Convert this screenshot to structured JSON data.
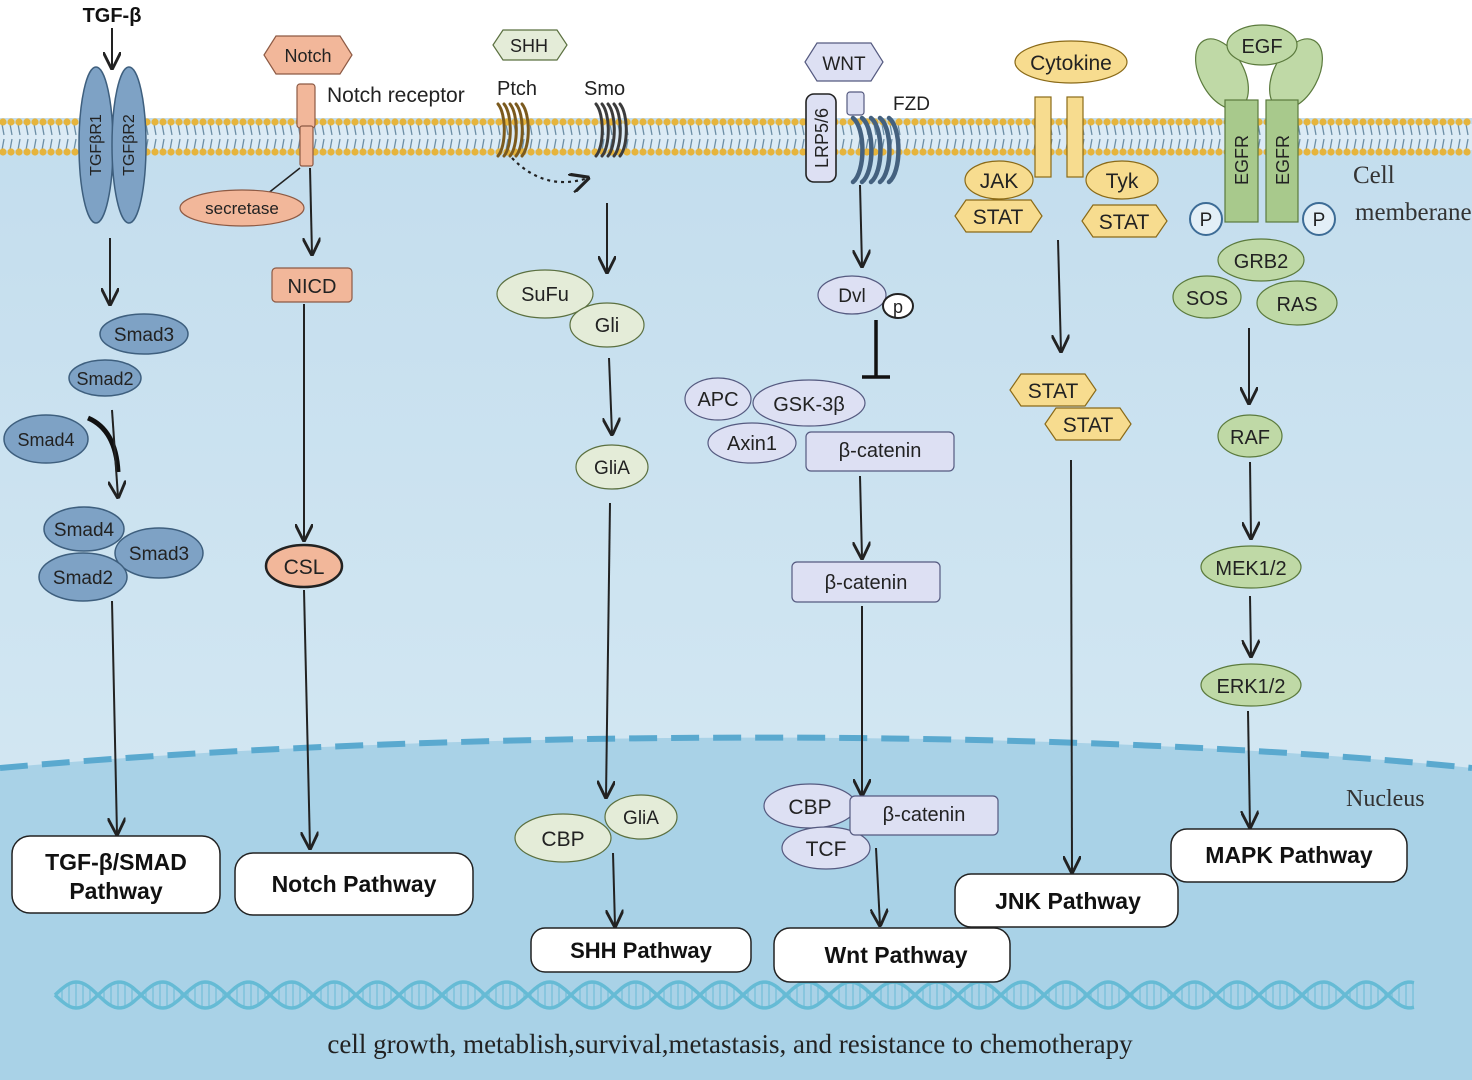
{
  "colors": {
    "cytoplasm_top": "#c3dded",
    "cytoplasm_bottom": "#d9ebf5",
    "nucleus": "#a9d2e7",
    "membrane_head": "#e6b43c",
    "membrane_tail": "#6d8fa6",
    "smad_blue": "#7ea2c5",
    "notch_salmon": "#f2b79a",
    "shh_green": "#e4ecd8",
    "wnt_lavender": "#dde0f3",
    "jak_yellow": "#f7dc8f",
    "egfr_green": "#a8c98c",
    "egfr_light": "#bfd9a6",
    "dna": "#66bbd5"
  },
  "labels": {
    "cell_membrane_1": "Cell",
    "cell_membrane_2": "memberane",
    "nucleus": "Nucleus",
    "outcome": "cell growth, metablish,survival,metastasis, and resistance to chemotherapy"
  },
  "tgf": {
    "ligand": "TGF-β",
    "receptor1": "TGFβR1",
    "receptor2": "TGFβR2",
    "smad3": "Smad3",
    "smad2": "Smad2",
    "smad4": "Smad4",
    "complex_smad4": "Smad4",
    "complex_smad3": "Smad3",
    "complex_smad2": "Smad2",
    "pathway_line1": "TGF-β/SMAD",
    "pathway_line2": "Pathway"
  },
  "notch": {
    "ligand": "Notch",
    "receptor": "Notch receptor",
    "secretase": "secretase",
    "nicd": "NICD",
    "csl": "CSL",
    "pathway": "Notch Pathway"
  },
  "shh": {
    "ligand": "SHH",
    "ptch": "Ptch",
    "smo": "Smo",
    "sufu": "SuFu",
    "gli": "Gli",
    "glia": "GliA",
    "cbp": "CBP",
    "glia_nuclear": "GliA",
    "pathway": "SHH Pathway"
  },
  "wnt": {
    "ligand": "WNT",
    "lrp": "LRP5/6",
    "fzd": "FZD",
    "dvl": "Dvl",
    "p": "p",
    "apc": "APC",
    "gsk": "GSK-3β",
    "axin": "Axin1",
    "bcat_complex": "β-catenin",
    "bcat_free": "β-catenin",
    "cbp": "CBP",
    "bcat_nuclear": "β-catenin",
    "tcf": "TCF",
    "pathway": "Wnt Pathway"
  },
  "jnk": {
    "ligand": "Cytokine",
    "jak": "JAK",
    "tyk": "Tyk",
    "stat_left": "STAT",
    "stat_right": "STAT",
    "stat_dimer1": "STAT",
    "stat_dimer2": "STAT",
    "pathway": "JNK Pathway"
  },
  "mapk": {
    "ligand": "EGF",
    "egfr_left": "EGFR",
    "egfr_right": "EGFR",
    "p_left": "P",
    "p_right": "P",
    "grb2": "GRB2",
    "sos": "SOS",
    "ras": "RAS",
    "raf": "RAF",
    "mek": "MEK1/2",
    "erk": "ERK1/2",
    "pathway": "MAPK Pathway"
  }
}
